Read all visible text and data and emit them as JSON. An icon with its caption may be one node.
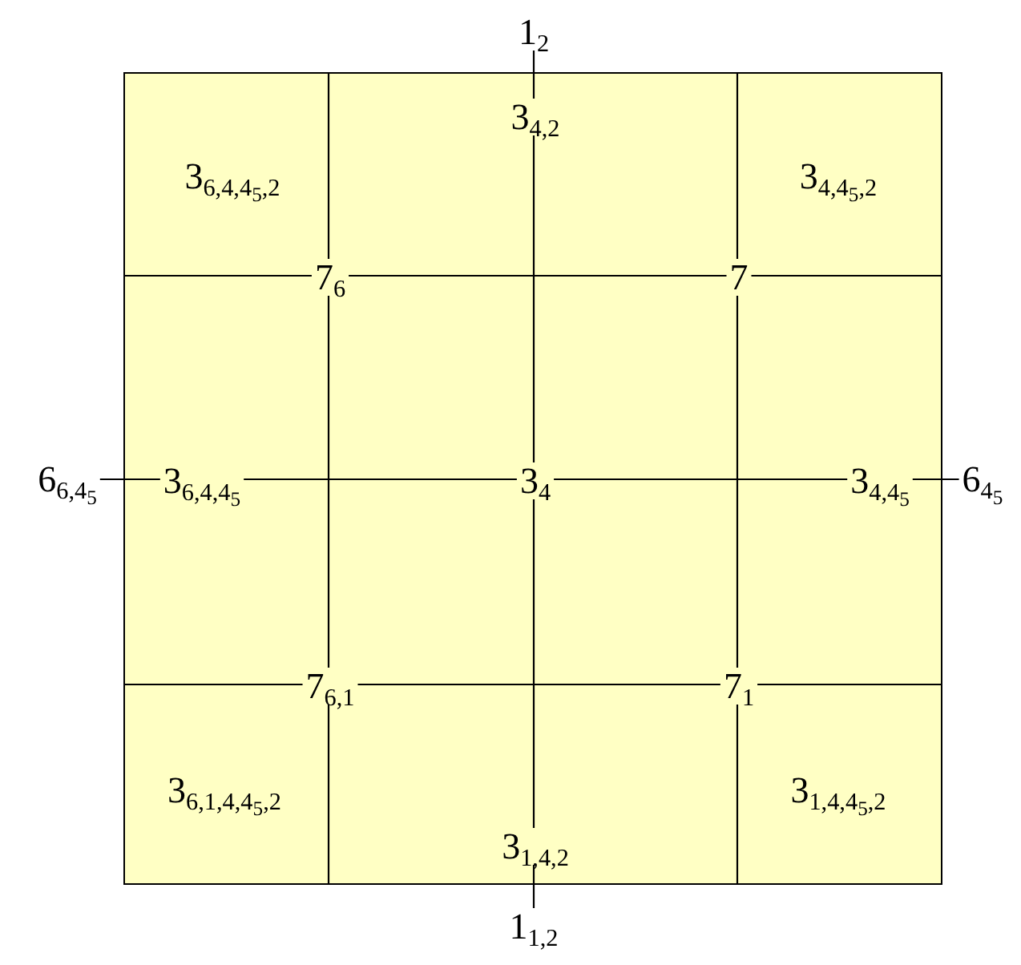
{
  "diagram": {
    "nodes": [
      {
        "text": [],
        "shape": "box"
      },
      {
        "text": [
          "1$_{2}$"
        ]
      },
      {
        "text": [
          "3$_{4,2}$"
        ],
        "in": 0
      },
      {
        "text": [
          "7$_{6}$"
        ],
        "in": 0
      },
      {
        "text": [
          "7"
        ],
        "in": 0
      },
      {
        "text": [
          "6$_{6,4}$$_{5}$"
        ]
      },
      {
        "text": [
          "3$_{6,4,4}$$_{5}$"
        ],
        "in": 0
      },
      {
        "text": [
          "3$_{4}$"
        ],
        "in": 0
      },
      {
        "text": [
          "3$_{4,4}$$_{5}$"
        ],
        "in": 0
      },
      {
        "text": [
          "6$_{4}$$_{5}$"
        ]
      },
      {
        "text": [
          "7$_{6,1}$"
        ],
        "in": 0
      },
      {
        "text": [
          "7$_{1}$"
        ],
        "in": 0
      },
      {
        "text": [
          "3$_{1,4,2}$"
        ],
        "in": 0
      },
      {
        "text": [
          "1$_{1,2}$"
        ]
      }
    ],
    "edges": [
      {
        "from": 1,
        "to": 2,
        "arrow": "none"
      },
      {
        "from": 2,
        "to": 7,
        "arrow": "none"
      },
      {
        "from": 7,
        "to": 12,
        "arrow": "none"
      },
      {
        "from": 12,
        "to": 13,
        "arrow": "none"
      },
      {
        "from": 5,
        "to": 6,
        "arrow": "none"
      },
      {
        "from": 6,
        "to": 7,
        "arrow": "none"
      },
      {
        "from": 7,
        "to": 8,
        "arrow": "none"
      },
      {
        "from": 8,
        "to": 9,
        "arrow": "none"
      },
      {
        "from": 0,
        "to": 3,
        "arrow": "none"
      },
      {
        "from": 3,
        "to": 10,
        "arrow": "none"
      },
      {
        "from": 10,
        "to": 0,
        "arrow": "none"
      },
      {
        "from": 0,
        "to": 4,
        "arrow": "none"
      },
      {
        "from": 4,
        "to": 11,
        "arrow": "none"
      },
      {
        "from": 11,
        "to": 0,
        "arrow": "none"
      },
      {
        "from": 0,
        "to": 3,
        "arrow": "none"
      },
      {
        "from": 3,
        "to": 4,
        "arrow": "none"
      },
      {
        "from": 4,
        "to": 0,
        "arrow": "none"
      },
      {
        "from": 0,
        "to": 10,
        "arrow": "none"
      },
      {
        "from": 10,
        "to": 11,
        "arrow": "none"
      },
      {
        "from": 11,
        "to": 0,
        "arrow": "none"
      }
    ],
    "labels": [
      "3$_{6,4,4}$$_{5}$$_{,2}$",
      "3$_{4,4}$$_{5}$$_{,2}$",
      "3$_{6,1,4,4}$$_{5}$$_{,2}$",
      "3$_{1,4,4}$$_{5}$$_{,2}$"
    ]
  }
}
